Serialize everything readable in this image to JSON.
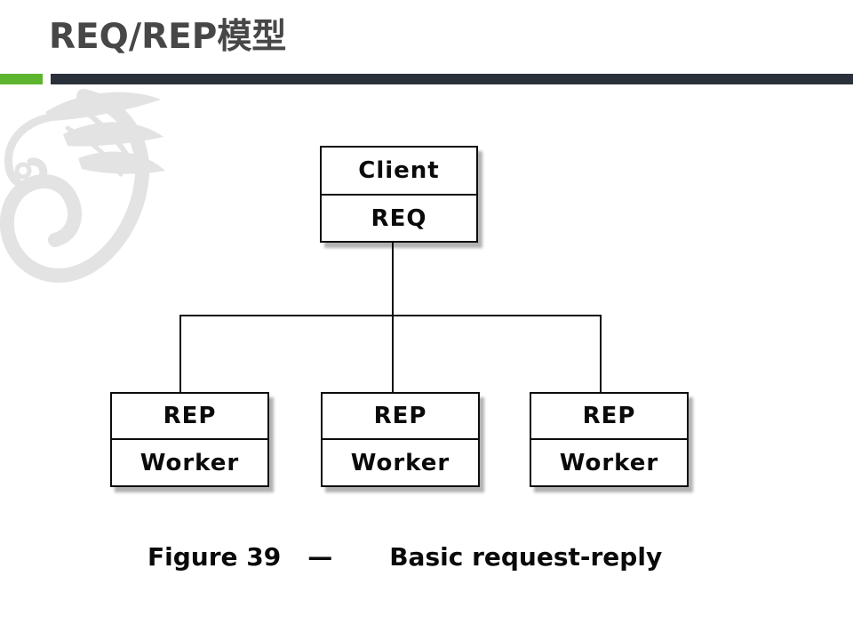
{
  "slide": {
    "title": "REQ/REP模型"
  },
  "colors": {
    "accent_green": "#5db42e",
    "bar_dark": "#2b313b",
    "title_gray": "#474747",
    "line_black": "#0d0d0d",
    "ornament_gray": "#e3e3e3"
  },
  "diagram": {
    "client": {
      "title": "Client",
      "socket": "REQ"
    },
    "workers": [
      {
        "socket": "REP",
        "title": "Worker"
      },
      {
        "socket": "REP",
        "title": "Worker"
      },
      {
        "socket": "REP",
        "title": "Worker"
      }
    ]
  },
  "caption": {
    "figure": "Figure 39",
    "dash": "—",
    "text": "Basic request-reply"
  }
}
